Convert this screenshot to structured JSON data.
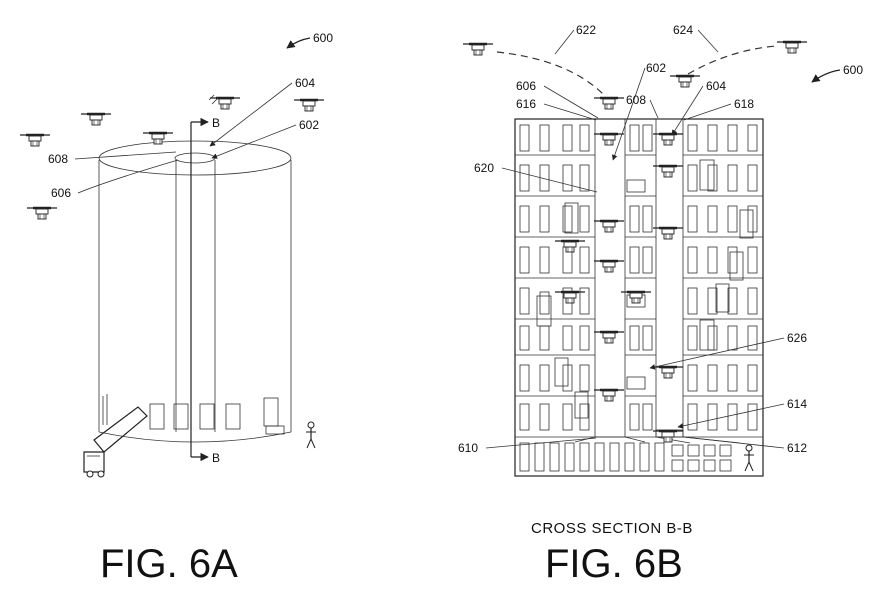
{
  "figure_a": {
    "label": "FIG. 6A",
    "ref_main": "600",
    "ref_604": "604",
    "ref_602": "602",
    "ref_608": "608",
    "ref_606": "606",
    "section_mark_top": "B",
    "section_mark_bottom": "B"
  },
  "figure_b": {
    "label": "FIG. 6B",
    "caption": "CROSS SECTION B-B",
    "ref_main": "600",
    "ref_622": "622",
    "ref_624": "624",
    "ref_602": "602",
    "ref_606": "606",
    "ref_604": "604",
    "ref_616": "616",
    "ref_608": "608",
    "ref_618": "618",
    "ref_620": "620",
    "ref_626": "626",
    "ref_614": "614",
    "ref_610": "610",
    "ref_612": "612"
  }
}
